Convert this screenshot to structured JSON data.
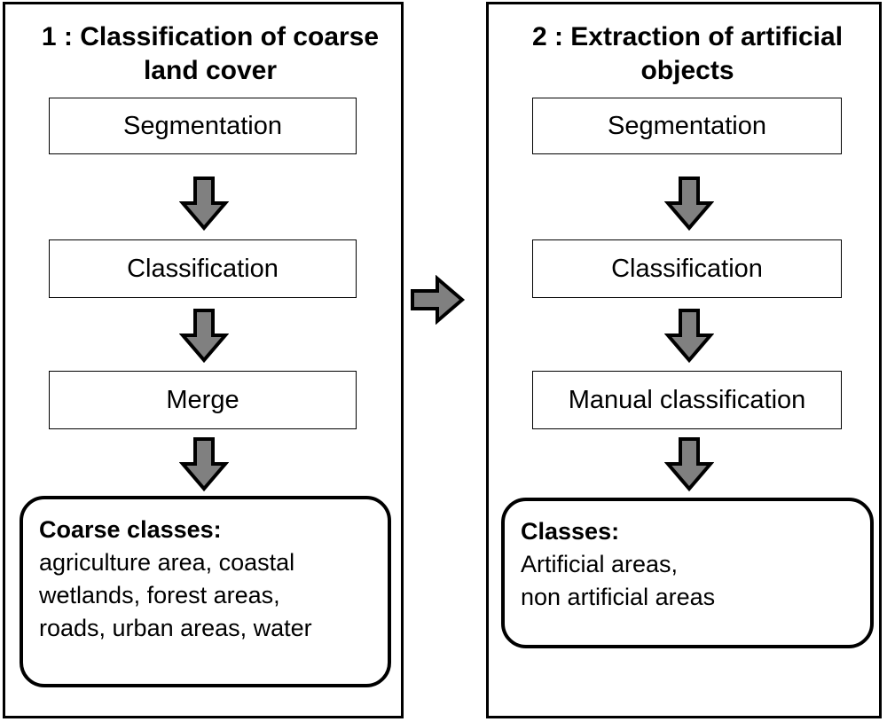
{
  "panel1": {
    "title_line1": "1 : Classification of coarse",
    "title_line2": "land cover",
    "steps": [
      "Segmentation",
      "Classification",
      "Merge"
    ],
    "result": {
      "heading": "Coarse classes:",
      "lines": [
        "agriculture area, coastal",
        "wetlands, forest areas,",
        "roads, urban areas, water"
      ]
    }
  },
  "panel2": {
    "title_line1": "2 : Extraction of artificial",
    "title_line2": "objects",
    "steps": [
      "Segmentation",
      "Classification",
      "Manual classification"
    ],
    "result": {
      "heading": "Classes:",
      "lines": [
        "Artificial areas,",
        "non artificial areas"
      ]
    }
  },
  "colors": {
    "arrow_fill": "#808080",
    "arrow_stroke": "#000000",
    "border": "#000000"
  }
}
